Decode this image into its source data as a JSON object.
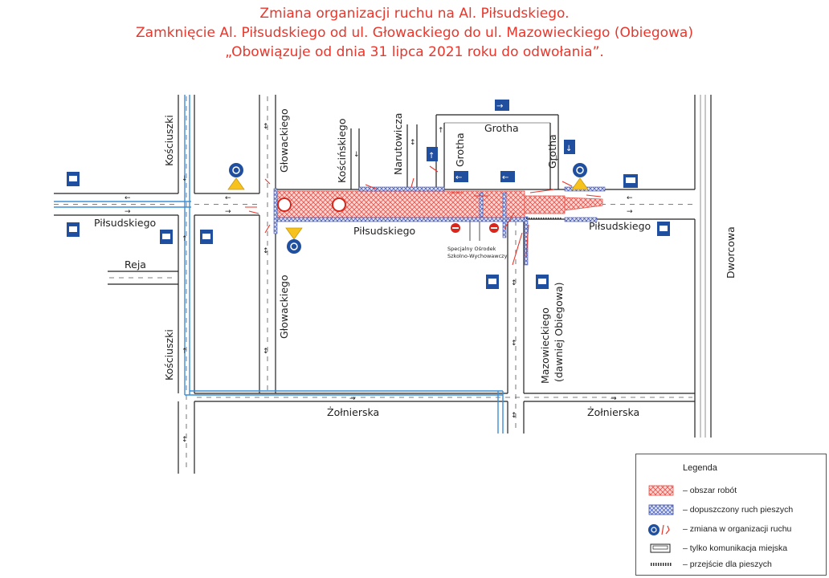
{
  "title": {
    "line1": "Zmiana organizacji ruchu na Al. Piłsudskiego.",
    "line2": "Zamknięcie Al. Piłsudskiego od ul. Głowackiego do ul. Mazowieckiego (Obiegowa)",
    "line3": "„Obowiązuje od dnia 31 lipca 2021 roku do odwołania”."
  },
  "colors": {
    "title": "#e8372c",
    "works_hatch": "#e8534a",
    "works_fill": "#fbd6d3",
    "pedestrian_hatch": "#3a4fb0",
    "sign_blue": "#1f4f9e",
    "warning_yellow": "#f6c21b",
    "no_entry_red": "#d8261c",
    "transit_line": "#3b8fd6"
  },
  "streets": {
    "kosciuszki_top": "Kościuszki",
    "kosciuszki_bottom": "Kościuszki",
    "pilsudskiego_left": "Piłsudskiego",
    "pilsudskiego_center": "Piłsudskiego",
    "pilsudskiego_right": "Piłsudskiego",
    "reja": "Reja",
    "glowackiego_top": "Głowackiego",
    "glowackiego_bottom": "Głowackiego",
    "koscinskiego": "Kościńskiego",
    "narutowicza": "Narutowicza",
    "grotha_top": "Grotha",
    "grotha_left": "Grotha",
    "grotha_right": "Grotha",
    "mazowieckiego_line1": "Mazowieckiego",
    "mazowieckiego_line2": "(dawniej Obiegowa)",
    "zolnierska_left": "Żołnierska",
    "zolnierska_right": "Żołnierska",
    "dworcowa": "Dworcowa"
  },
  "buildings": {
    "school_line1": "Specjalny Ośrodek",
    "school_line2": "Szkolno-Wychowawczy"
  },
  "legend": {
    "title": "Legenda",
    "items": [
      {
        "icon": "works-area-swatch",
        "label": "– obszar robót"
      },
      {
        "icon": "pedestrian-zone-swatch",
        "label": "– dopuszczony ruch pieszych"
      },
      {
        "icon": "roundabout-sign-icon",
        "label": "– zmiana w organizacji ruchu"
      },
      {
        "icon": "bus-lane-icon",
        "label": "– tylko komunikacja miejska"
      },
      {
        "icon": "crosswalk-icon",
        "label": "– przejście dla pieszych"
      }
    ]
  }
}
